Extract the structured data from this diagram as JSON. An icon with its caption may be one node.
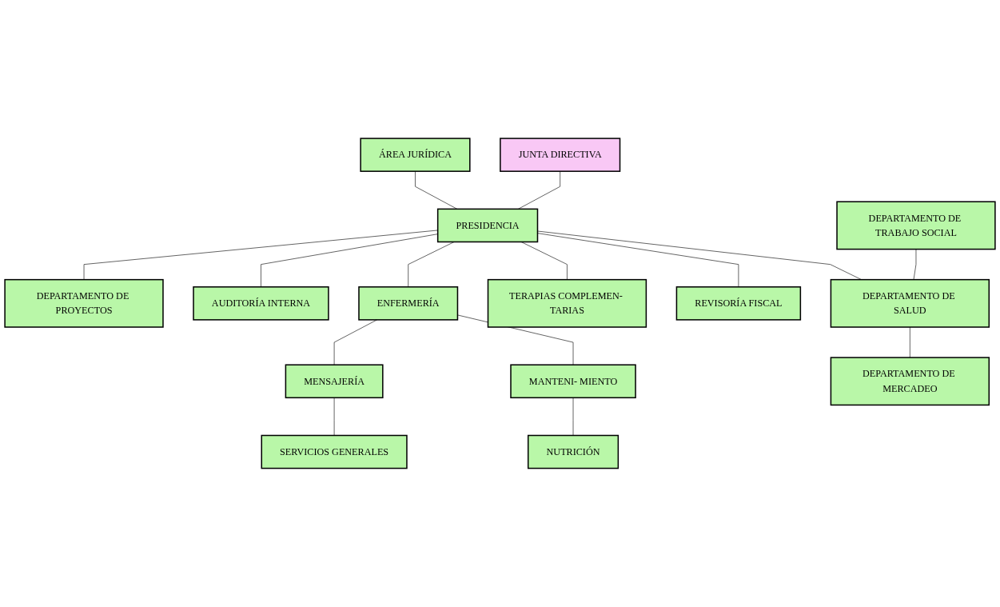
{
  "diagram": {
    "nodes": [
      {
        "text": [
          "JUNTA DIRECTIVA"
        ]
      },
      {
        "text": [
          "ÁREA JURÍDICA"
        ]
      },
      {
        "text": [
          "PRESIDENCIA"
        ]
      },
      {
        "text": [
          "REVISORÍA FISCAL"
        ]
      },
      {
        "text": [
          "DEPARTAMENTO DE TRABAJO SOCIAL"
        ]
      },
      {
        "text": [
          "DEPARTAMENTO DE SALUD"
        ]
      },
      {
        "text": [
          "DEPARTAMENTO DE MERCADEO"
        ]
      },
      {
        "text": [
          "DEPARTAMENTO DE PROYECTOS"
        ]
      },
      {
        "text": [
          "TERAPIAS COMPLEMEN- TARIAS"
        ]
      },
      {
        "text": [
          "AUDITORÍA INTERNA"
        ]
      },
      {
        "text": [
          "NUTRICIÓN"
        ]
      },
      {
        "text": [
          "MANTENI- MIENTO"
        ]
      },
      {
        "text": [
          "ENFERMERÍA"
        ]
      },
      {
        "text": [
          "MENSAJERÍA"
        ]
      },
      {
        "text": [
          "SERVICIOS GENERALES"
        ]
      }
    ],
    "edges": [
      {
        "from": 0,
        "to": 2,
        "arrow": "none"
      },
      {
        "from": 1,
        "to": 2,
        "arrow": "none"
      },
      {
        "from": 2,
        "to": 5,
        "arrow": "none"
      },
      {
        "from": 2,
        "to": 3,
        "arrow": "none"
      },
      {
        "from": 4,
        "to": 5,
        "arrow": "none"
      },
      {
        "from": 5,
        "to": 6,
        "arrow": "none"
      },
      {
        "from": 2,
        "to": 8,
        "arrow": "none"
      },
      {
        "from": 2,
        "to": 12,
        "arrow": "none"
      },
      {
        "from": 2,
        "to": 9,
        "arrow": "none"
      },
      {
        "from": 2,
        "to": 7,
        "arrow": "none"
      },
      {
        "from": 10,
        "to": 11,
        "arrow": "none"
      },
      {
        "from": 11,
        "to": 12,
        "arrow": "none"
      },
      {
        "from": 12,
        "to": 13,
        "arrow": "none"
      },
      {
        "from": 13,
        "to": 14,
        "arrow": "none"
      }
    ]
  }
}
